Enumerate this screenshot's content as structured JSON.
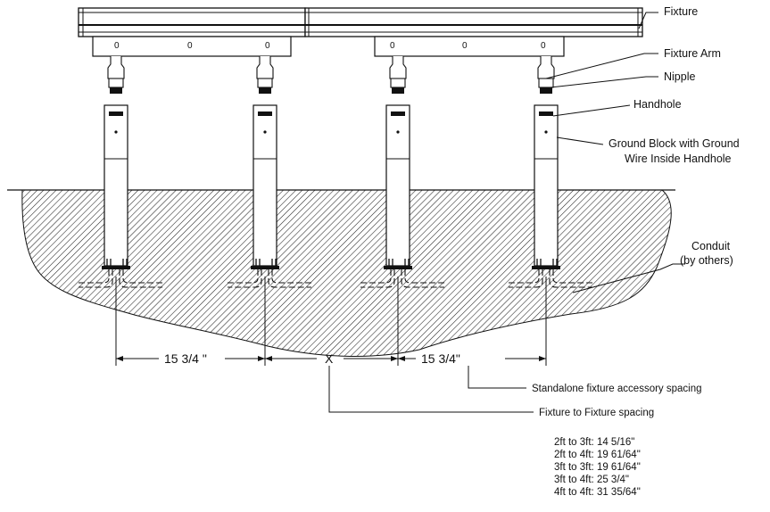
{
  "callouts": {
    "fixture": "Fixture",
    "fixture_arm": "Fixture Arm",
    "nipple": "Nipple",
    "handhole": "Handhole",
    "ground_block_line1": "Ground Block with Ground",
    "ground_block_line2": "Wire Inside Handhole",
    "conduit_line1": "Conduit",
    "conduit_line2": "(by others)"
  },
  "dimensions": {
    "left_spacing": "15 3/4 \"",
    "middle_spacing": "X",
    "right_spacing": "15 3/4\""
  },
  "notes": {
    "standalone": "Standalone fixture accessory spacing",
    "fixture_to_fixture": "Fixture to Fixture spacing",
    "spacing_table": [
      "2ft to 3ft: 14 5/16\"",
      "2ft to 4ft: 19 61/64\"",
      "3ft to 3ft: 19 61/64\"",
      "3ft to 4ft: 25 3/4\"",
      "4ft to 4ft: 31 35/64\""
    ]
  }
}
